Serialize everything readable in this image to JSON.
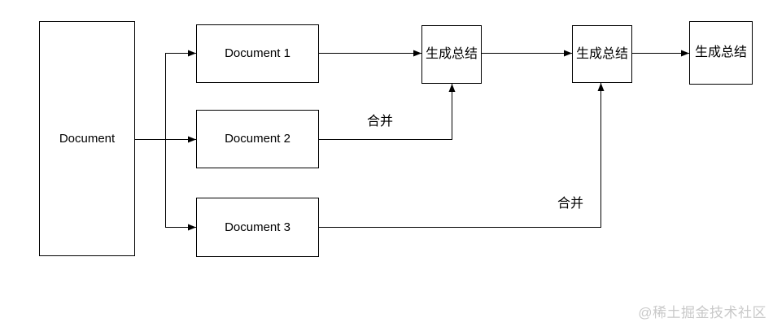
{
  "diagram": {
    "title": "document-summary-flow",
    "nodes": {
      "source": {
        "label": "Document"
      },
      "doc1": {
        "label": "Document 1"
      },
      "doc2": {
        "label": "Document 2"
      },
      "doc3": {
        "label": "Document 3"
      },
      "sum1": {
        "label": "生成总结"
      },
      "sum2": {
        "label": "生成总结"
      },
      "sum3": {
        "label": "生成总结"
      }
    },
    "edges": [
      {
        "from": "Document",
        "to": "Document 1",
        "label": ""
      },
      {
        "from": "Document",
        "to": "Document 2",
        "label": ""
      },
      {
        "from": "Document",
        "to": "Document 3",
        "label": ""
      },
      {
        "from": "Document 1",
        "to": "生成总结 #1",
        "label": ""
      },
      {
        "from": "Document 2",
        "to": "生成总结 #1",
        "label": "合并"
      },
      {
        "from": "生成总结 #1",
        "to": "生成总结 #2",
        "label": ""
      },
      {
        "from": "Document 3",
        "to": "生成总结 #2",
        "label": "合并"
      },
      {
        "from": "生成总结 #2",
        "to": "生成总结 #3",
        "label": ""
      }
    ],
    "colors": {
      "stroke": "#000000",
      "node_fill": "#ffffff",
      "text": "#000000",
      "watermark": "#c9c9c9"
    }
  },
  "watermark": {
    "text": "@稀土掘金技术社区"
  }
}
